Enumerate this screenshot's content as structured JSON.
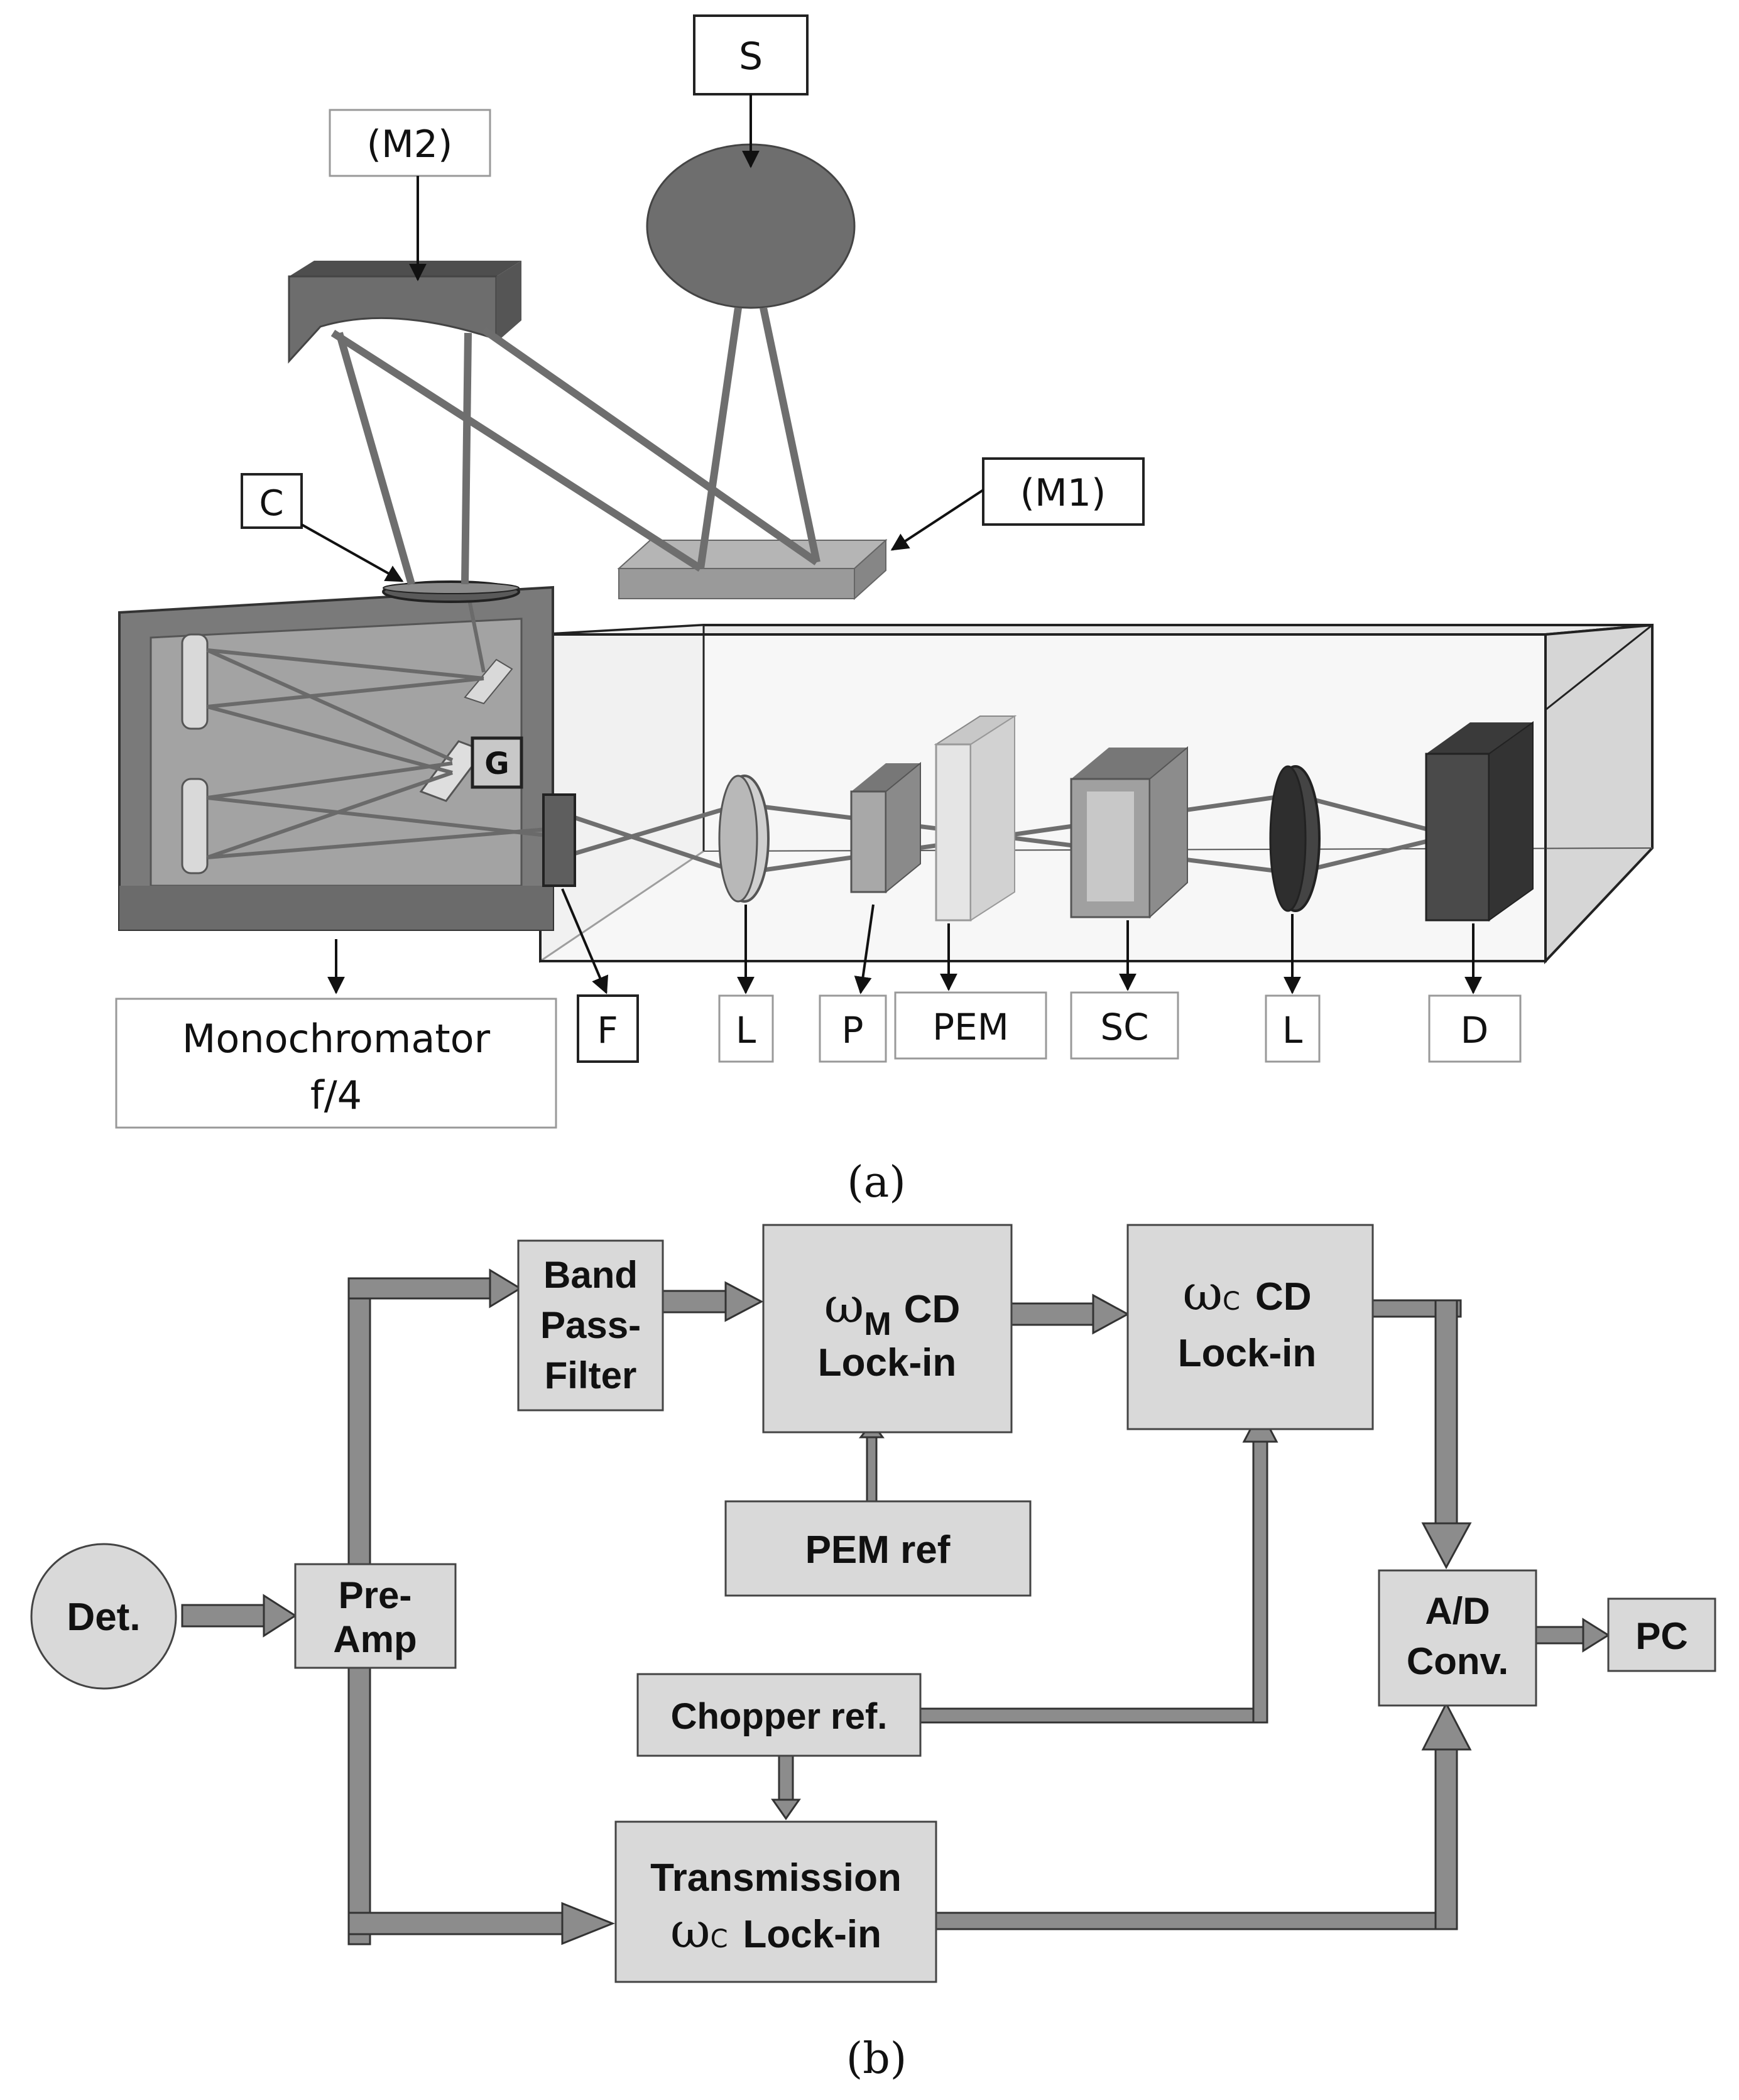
{
  "panel_a": {
    "labels": {
      "s": "S",
      "m2": "(M2)",
      "m1": "(M1)",
      "c": "C",
      "g": "G",
      "f": "F",
      "l1": "L",
      "p": "P",
      "pem": "PEM",
      "sc": "SC",
      "l2": "L",
      "d": "D",
      "mono_line1": "Monochromator",
      "mono_line2": "f/4"
    },
    "caption": "(a)"
  },
  "panel_b": {
    "blocks": {
      "det": "Det.",
      "preamp_1": "Pre-",
      "preamp_2": "Amp",
      "bpf_1": "Band",
      "bpf_2": "Pass-",
      "bpf_3": "Filter",
      "wm_symbol": "ω",
      "wm_sub": "M",
      "wm_cd": "CD",
      "wm_lockin": "Lock-in",
      "pemref": "PEM ref",
      "wc_symbol": "ω",
      "wc_sub": "C",
      "wc_cd": "CD",
      "wc_lockin": "Lock-in",
      "chopper": "Chopper ref.",
      "trans_1": "Transmission",
      "trans_symbol": "ω",
      "trans_sub": "C",
      "trans_lockin": "Lock-in",
      "ad_1": "A/D",
      "ad_2": "Conv.",
      "pc": "PC"
    },
    "caption": "(b)"
  },
  "colors": {
    "housing": "#7a7a7a",
    "dark": "#5a5a5a",
    "block_fill": "#d9d9d9",
    "arrow": "#8c8c8c"
  }
}
